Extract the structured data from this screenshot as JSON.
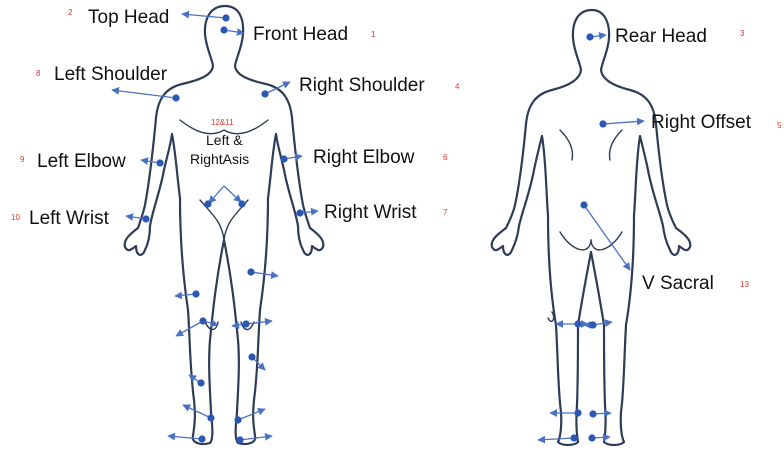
{
  "labels": {
    "top_head": "Top Head",
    "front_head": "Front Head",
    "left_shoulder": "Left Shoulder",
    "right_shoulder": "Right Shoulder",
    "left_elbow": "Left Elbow",
    "right_elbow": "Right Elbow",
    "left_wrist": "Left Wrist",
    "right_wrist": "Right Wrist",
    "asis_line1": "Left &",
    "asis_line2": "RightAsis",
    "rear_head": "Rear Head",
    "right_offset": "Right Offset",
    "v_sacral": "V Sacral"
  },
  "numbers": {
    "front_head": "1",
    "top_head": "2",
    "rear_head": "3",
    "right_shoulder": "4",
    "right_offset": "5",
    "right_elbow": "6",
    "right_wrist": "7",
    "left_shoulder": "8",
    "left_elbow": "9",
    "left_wrist": "10",
    "asis": "12&11",
    "v_sacral": "13"
  },
  "colors": {
    "marker": "#2b57b5",
    "arrow": "#4a72c4",
    "number": "#e8322c",
    "outline": "#2e3d57"
  }
}
